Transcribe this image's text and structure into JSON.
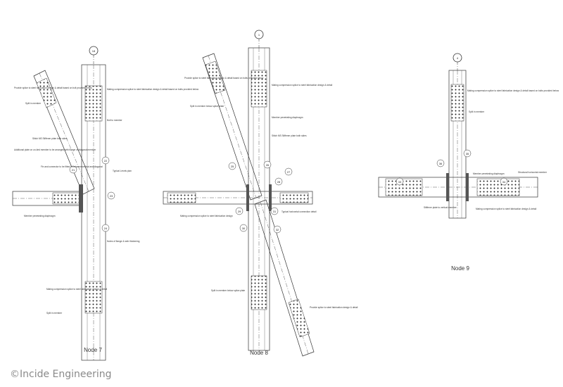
{
  "credit": "©Incide Engineering",
  "nodes": [
    {
      "title": "Node 7",
      "grid_label": "18",
      "callouts": [
        "21",
        "22",
        "23",
        "24"
      ],
      "notes": [
        "Provide splice to steel fabrication design & detail based on bolt provided below",
        "Mating compression splice to steel fabrication design & detail based on bolts provided below",
        "Split in member",
        "Bolt to member",
        "Stitch MS Stiffener plate both sides",
        "Additional plate on un-tied member to be arranged with flange of diagonal member",
        "Fin and connector to be fitted in between vertical and diagonal",
        "Typical Levels plan",
        "Notes of flange & web thickening",
        "Member penetrating diaphragm",
        "Mating compression splice to steel fabrication design & detail",
        "Split in member"
      ]
    },
    {
      "title": "Node 8",
      "grid_label": "1",
      "callouts": [
        "25",
        "26",
        "27",
        "28",
        "29",
        "30",
        "31",
        "32"
      ],
      "notes": [
        "Provide splice to steel fabrication design & detail based on bolts provided below",
        "Split in member below splice plate",
        "Mating compression splice to steel fabrication design & detail",
        "Member penetrating diaphragm",
        "Stitch MS Stiffener plate both sides",
        "Typical horizontal connection detail",
        "Mating compression splice to steel fabrication design",
        "Split in member below splice plate",
        "Provide splice to steel fabrication design & detail"
      ]
    },
    {
      "title": "Node 9",
      "grid_label": "4",
      "callouts": [
        "33",
        "34",
        "35",
        "36"
      ],
      "notes": [
        "Mating compression splice to steel fabrication design & detail based on bolts provided below",
        "Split in member",
        "Member penetrating diaphragm",
        "Stiffener plate to vertical member",
        "Mating compression splice to steel fabrication design & detail",
        "Structural horizontal member"
      ]
    }
  ]
}
